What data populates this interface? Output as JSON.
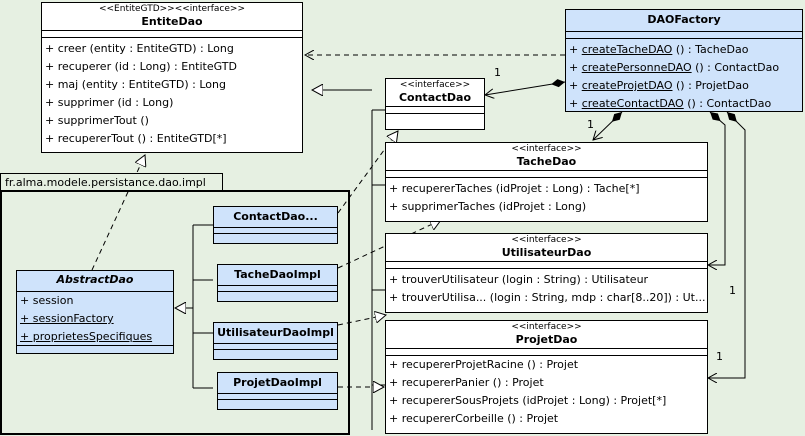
{
  "entite_dao": {
    "stereotype": "<<EntiteGTD>><<interface>>",
    "name": "EntiteDao",
    "operations": [
      "+ creer (entity : EntiteGTD) : Long",
      "+ recuperer (id : Long) : EntiteGTD",
      "+ maj (entity : EntiteGTD) : Long",
      "+ supprimer (id : Long)",
      "+ supprimerTout ()",
      "+ recupererTout () : EntiteGTD[*]"
    ]
  },
  "dao_factory": {
    "name": "DAOFactory",
    "operations": [
      {
        "name": "createTacheDAO",
        "sig": " () : TacheDao"
      },
      {
        "name": "createPersonneDAO",
        "sig": " () : ContactDao"
      },
      {
        "name": "createProjetDAO",
        "sig": " () : ProjetDao"
      },
      {
        "name": "createContactDAO",
        "sig": " () : ContactDao"
      }
    ]
  },
  "contact_dao": {
    "stereotype": "<<interface>>",
    "name": "ContactDao"
  },
  "tache_dao": {
    "stereotype": "<<interface>>",
    "name": "TacheDao",
    "operations": [
      "+ recupererTaches (idProjet : Long) : Tache[*]",
      "+ supprimerTaches (idProjet : Long)"
    ]
  },
  "utilisateur_dao": {
    "stereotype": "<<interface>>",
    "name": "UtilisateurDao",
    "operations": [
      "+ trouverUtilisateur (login : String) : Utilisateur",
      "+ trouverUtilisa... (login : String, mdp : char[8..20]) : Ut..."
    ]
  },
  "projet_dao": {
    "stereotype": "<<interface>>",
    "name": "ProjetDao",
    "operations": [
      "+ recupererProjetRacine () : Projet",
      "+ recupererPanier () : Projet",
      "+ recupererSousProjets (idProjet : Long) : Projet[*]",
      "+ recupererCorbeille () : Projet"
    ]
  },
  "package": {
    "name": "fr.alma.modele.persistance.dao.impl"
  },
  "abstract_dao": {
    "name": "AbstractDao",
    "attributes": [
      {
        "text": "+ session",
        "underline": false
      },
      {
        "text": "+ sessionFactory",
        "underline": true
      },
      {
        "text": "+ proprietesSpecifiques",
        "underline": true
      }
    ]
  },
  "impls": {
    "contact": "ContactDao...",
    "tache": "TacheDaoImpl",
    "utilisateur": "UtilisateurDaoImpl",
    "projet": "ProjetDaoImpl"
  },
  "multiplicities": [
    "1",
    "1",
    "1",
    "1"
  ]
}
